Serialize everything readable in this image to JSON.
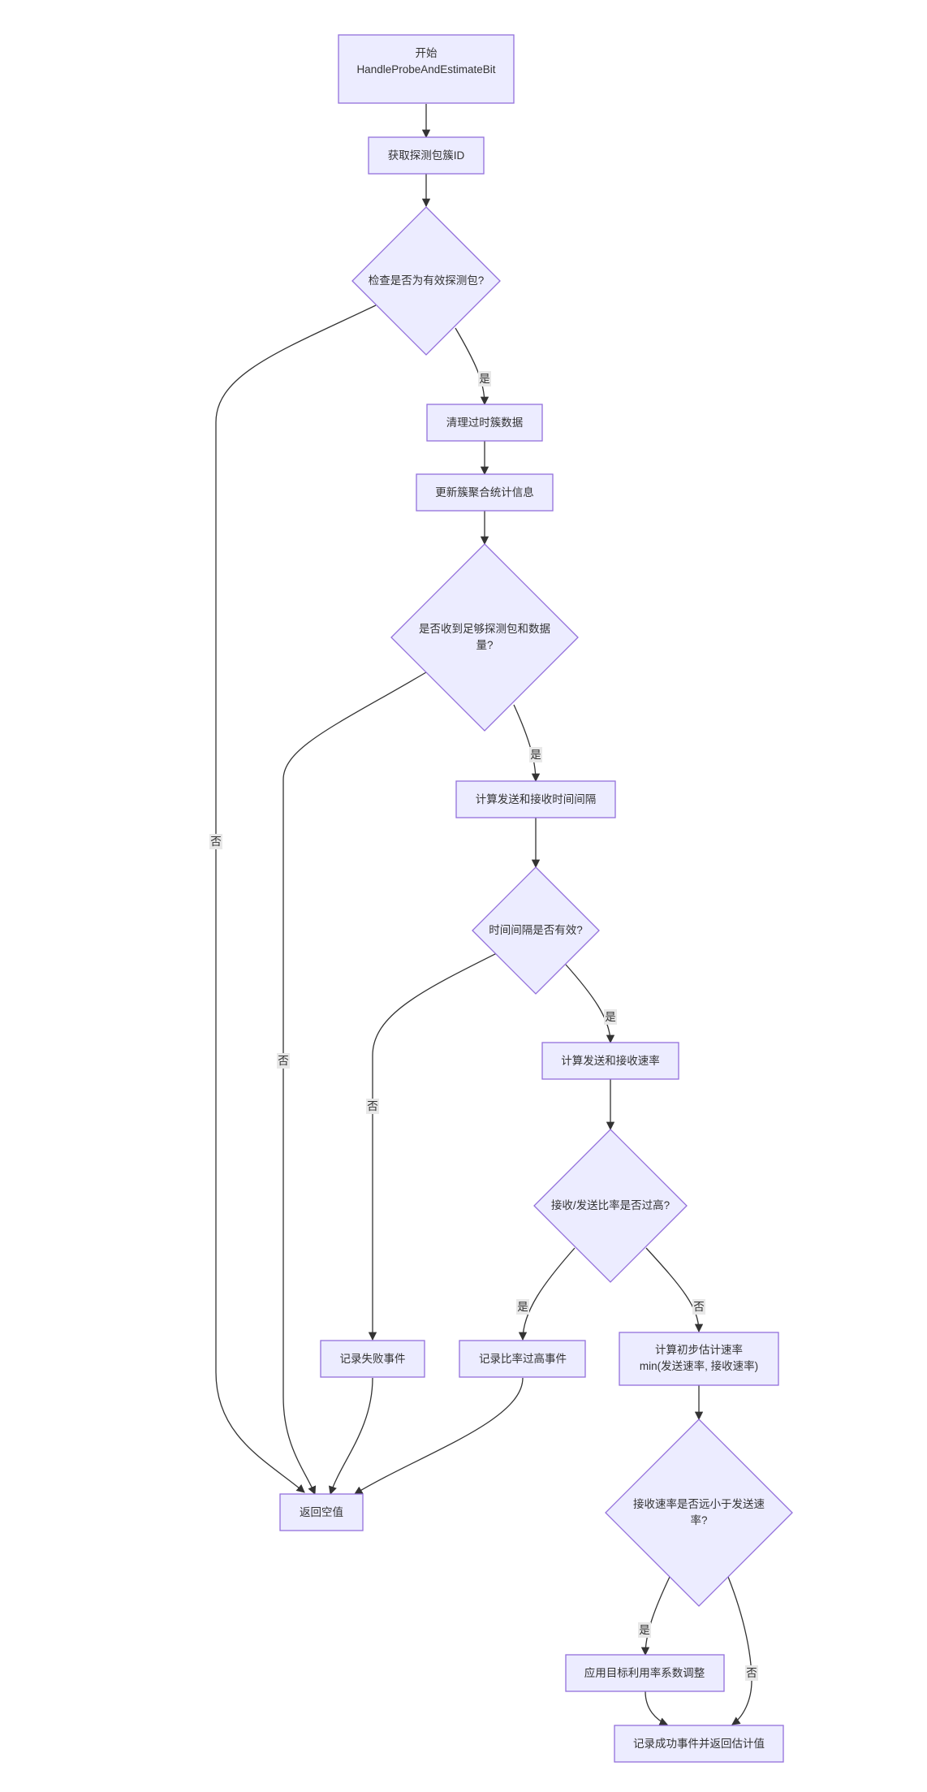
{
  "nodes": {
    "start_line1": "开始",
    "start_line2": "HandleProbeAndEstimateBit",
    "get_cluster_id": "获取探测包簇ID",
    "check_valid_probe": "检查是否为有效探测包?",
    "clean_stale": "清理过时簇数据",
    "update_stats": "更新簇聚合统计信息",
    "enough_probes_line1": "是否收到足够探测包和数据",
    "enough_probes_line2": "量?",
    "calc_intervals": "计算发送和接收时间间隔",
    "interval_valid": "时间间隔是否有效?",
    "calc_rates": "计算发送和接收速率",
    "ratio_too_high": "接收/发送比率是否过高?",
    "log_failure": "记录失败事件",
    "log_ratio_high": "记录比率过高事件",
    "initial_estimate_line1": "计算初步估计速率",
    "initial_estimate_line2": "min(发送速率, 接收速率)",
    "return_null": "返回空值",
    "recv_much_lower_line1": "接收速率是否远小于发送速",
    "recv_much_lower_line2": "率?",
    "apply_util_factor": "应用目标利用率系数调整",
    "log_success_return": "记录成功事件并返回估计值"
  },
  "edge_labels": {
    "valid_yes": "是",
    "valid_no": "否",
    "enough_yes": "是",
    "enough_no": "否",
    "interval_yes": "是",
    "interval_no": "否",
    "ratio_yes": "是",
    "ratio_no": "否",
    "recv_yes": "是",
    "recv_no": "否"
  },
  "colors": {
    "node_fill": "#ECECFF",
    "node_stroke": "#9370DB",
    "edge": "#333333",
    "label_bg": "#e8e8e8"
  }
}
